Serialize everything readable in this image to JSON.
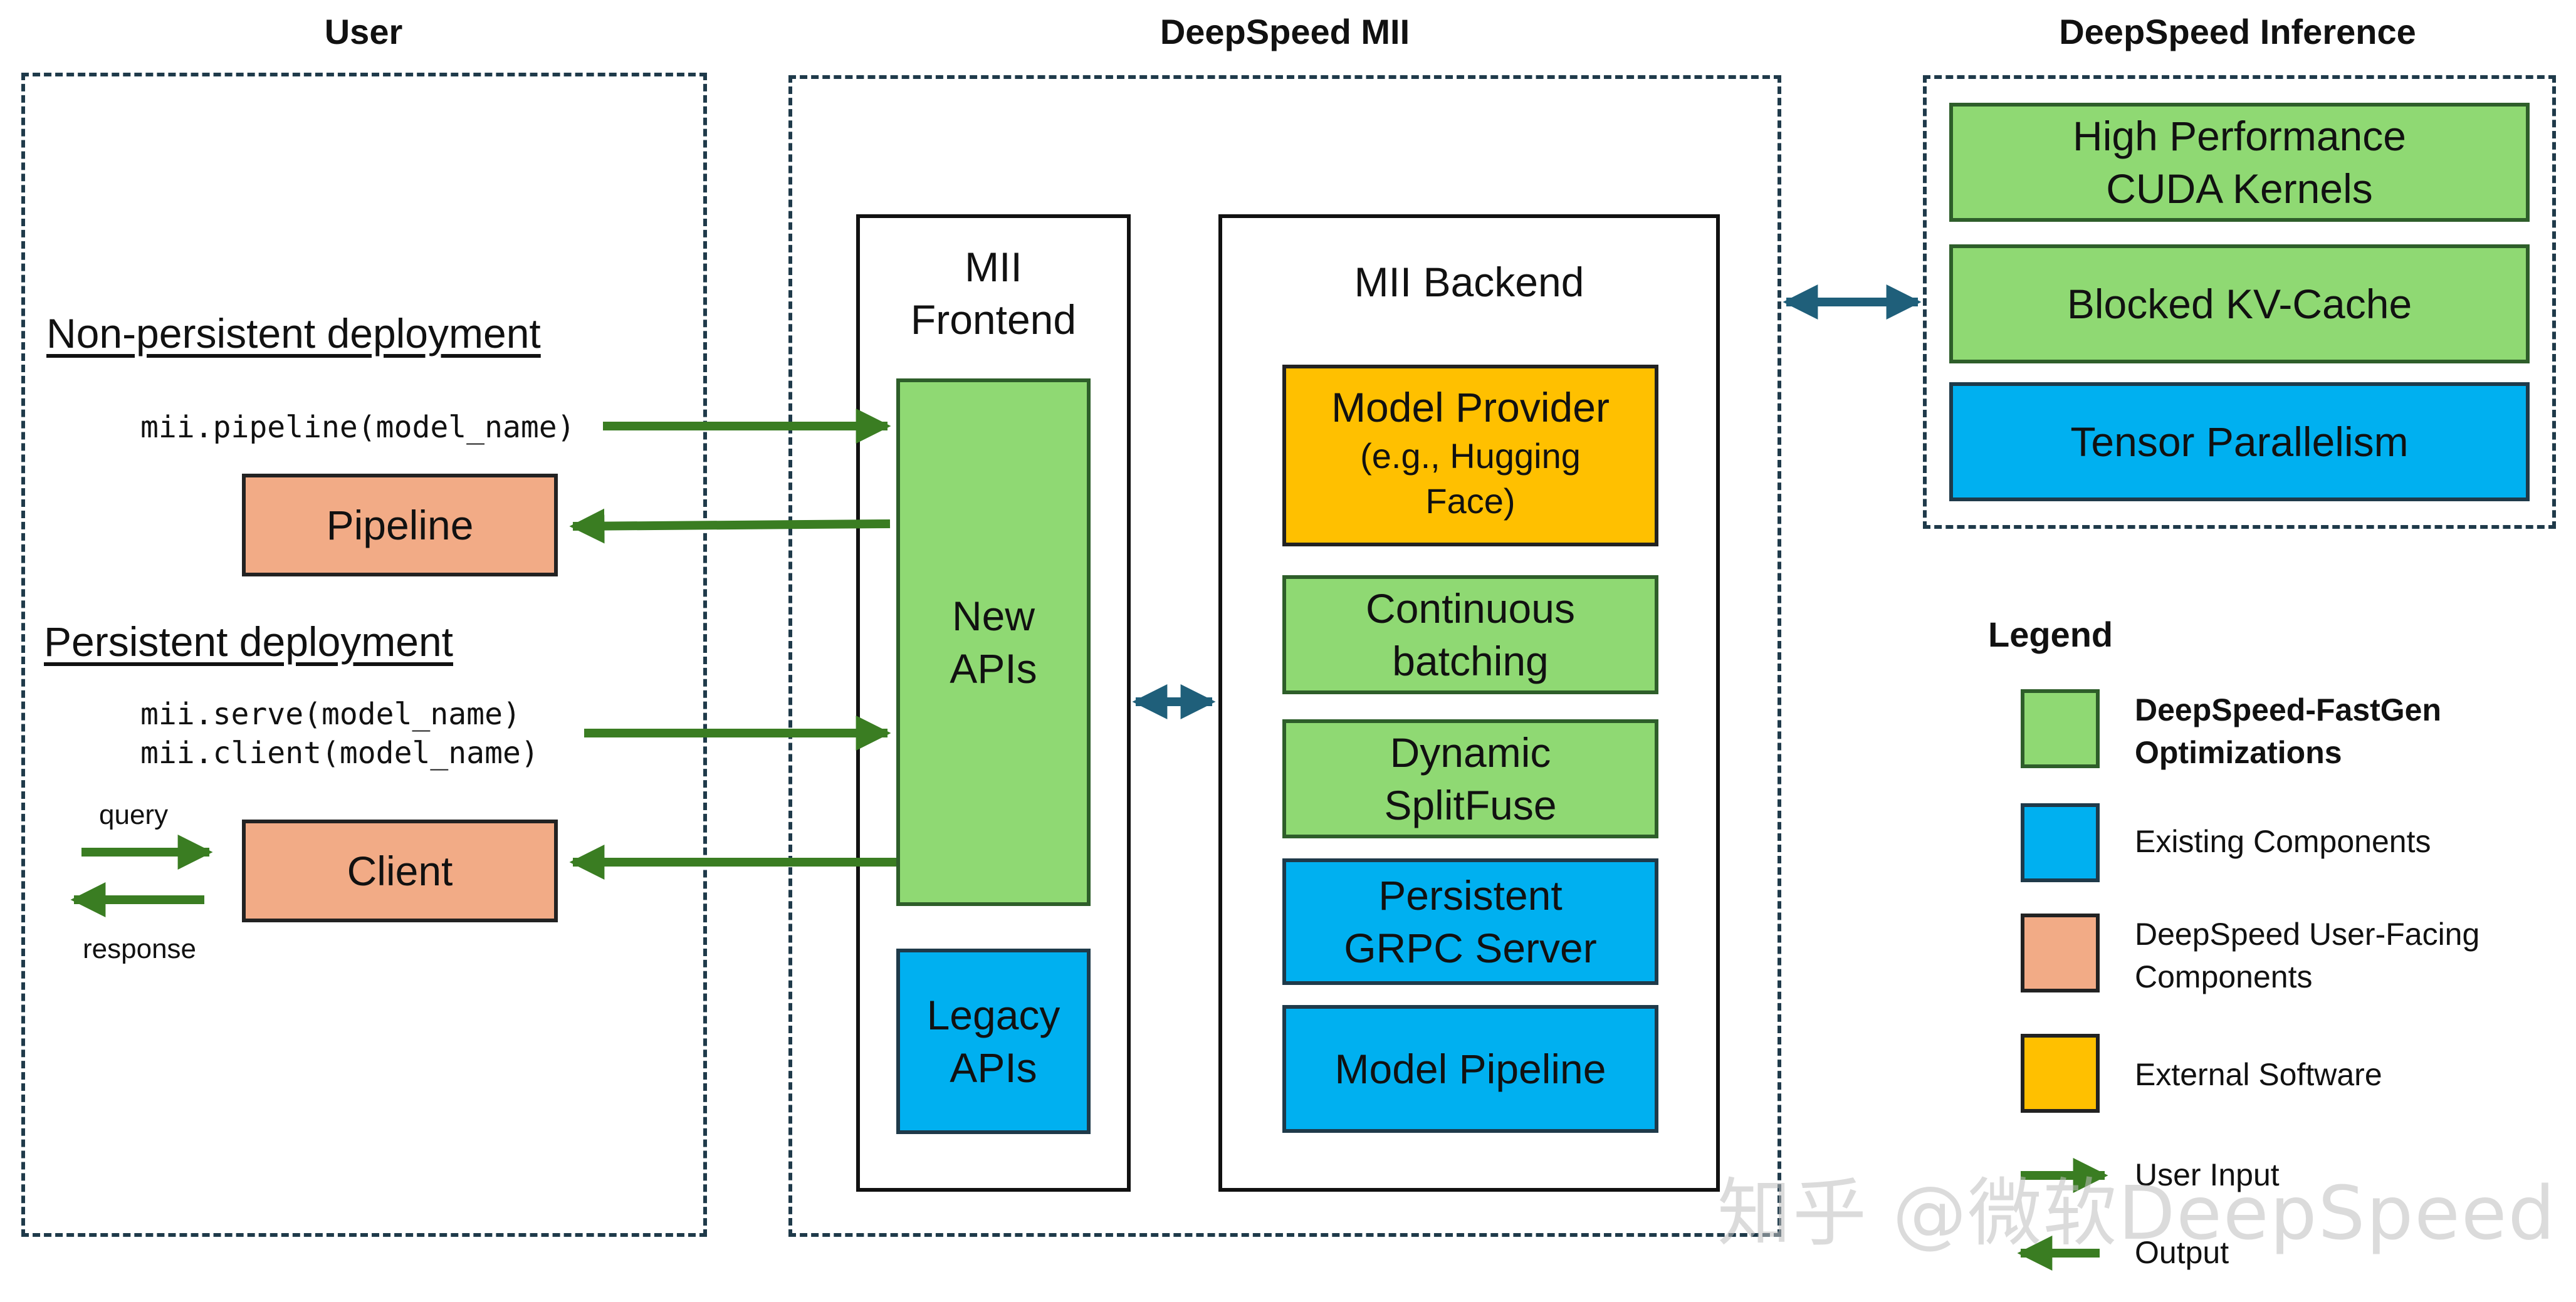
{
  "sections": {
    "user": "User",
    "mii": "DeepSpeed MII",
    "inference": "DeepSpeed Inference"
  },
  "user": {
    "non_persistent": "Non-persistent deployment",
    "pipeline_call": "mii.pipeline(model_name)",
    "pipeline_box": "Pipeline",
    "persistent": "Persistent deployment",
    "serve_call": "mii.serve(model_name)",
    "client_call": "mii.client(model_name)",
    "query": "query",
    "response": "response",
    "client_box": "Client"
  },
  "frontend": {
    "title": "MII\nFrontend",
    "new_apis": "New\nAPIs",
    "legacy_apis": "Legacy\nAPIs"
  },
  "backend": {
    "title": "MII Backend",
    "model_provider": "Model Provider",
    "model_provider_sub": "(e.g., Hugging\nFace)",
    "continuous_batching": "Continuous\nbatching",
    "dynamic_splitfuse": "Dynamic\nSplitFuse",
    "grpc_server": "Persistent\nGRPC Server",
    "model_pipeline": "Model Pipeline"
  },
  "inference": {
    "cuda_kernels": "High Performance\nCUDA Kernels",
    "kv_cache": "Blocked KV-Cache",
    "tensor_parallelism": "Tensor Parallelism"
  },
  "legend": {
    "title": "Legend",
    "items": [
      {
        "label": "DeepSpeed-FastGen\nOptimizations",
        "color": "#8fd973"
      },
      {
        "label": "Existing Components",
        "color": "#00b0f0"
      },
      {
        "label": "DeepSpeed User-Facing\nComponents",
        "color": "#f2ab86"
      },
      {
        "label": "External Software",
        "color": "#ffc000"
      }
    ],
    "user_input": "User Input",
    "output": "Output"
  },
  "colors": {
    "green_arrow": "#3a7d22",
    "blue_arrow": "#1f5f7a"
  },
  "watermark": "知乎 @微软DeepSpeed"
}
